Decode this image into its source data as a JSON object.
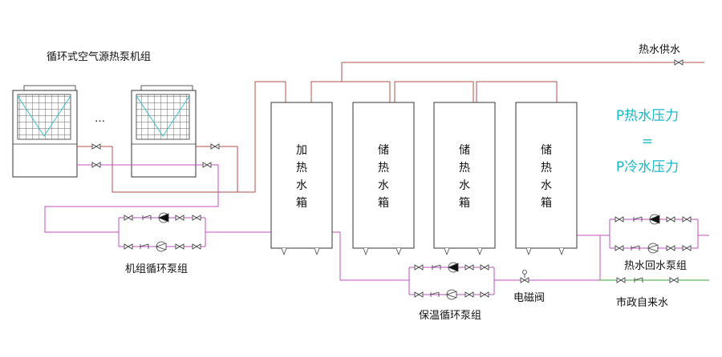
{
  "labels": {
    "unit_group": "循环式空气源热泵机组",
    "ellipsis": "…",
    "hot_water_supply": "热水供水",
    "unit_pump_group": "机组循环泵组",
    "insulation_pump_group": "保温循环泵组",
    "solenoid_valve": "电磁阀",
    "return_pump_group": "热水回水泵组",
    "city_water": "市政自来水"
  },
  "tanks": [
    {
      "label": "加热水箱"
    },
    {
      "label": "储热水箱"
    },
    {
      "label": "储热水箱"
    },
    {
      "label": "储热水箱"
    }
  ],
  "formula": {
    "line1": "P热水压力",
    "line2": "=",
    "line3": "P冷水压力"
  },
  "colors": {
    "hot_pipe": "#b5504a",
    "cold_pipe": "#c24fc0",
    "city_pipe": "#3ba63b",
    "fan_lines": "#36c2cc",
    "formula": "#19b8c9"
  }
}
